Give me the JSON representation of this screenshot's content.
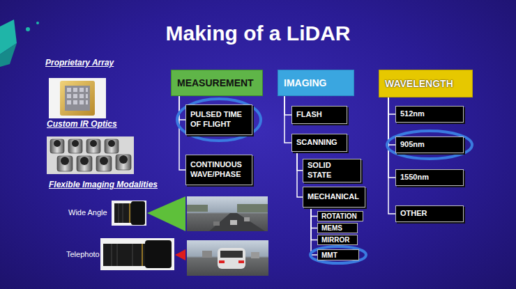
{
  "diagram": {
    "title": "Making of a LiDAR",
    "nodes": [
      {
        "text": [
          "MEASUREMENT"
        ]
      },
      {
        "text": [
          "PULSED TIME OF FLIGHT"
        ]
      },
      {
        "text": [
          "CONTINUOUS WAVE/PHASE"
        ]
      },
      {
        "text": [
          "IMAGING"
        ]
      },
      {
        "text": [
          "FLASH"
        ]
      },
      {
        "text": [
          "SCANNING"
        ]
      },
      {
        "text": [
          "SOLID STATE"
        ]
      },
      {
        "text": [
          "MECHANICAL"
        ]
      },
      {
        "text": [
          "ROTATION"
        ]
      },
      {
        "text": [
          "MEMS"
        ]
      },
      {
        "text": [
          "MIRROR"
        ]
      },
      {
        "text": [
          "MMT"
        ]
      },
      {
        "text": [
          "WAVELENGTH"
        ]
      },
      {
        "text": [
          "512nm"
        ]
      },
      {
        "text": [
          "905nm"
        ]
      },
      {
        "text": [
          "1550nm"
        ]
      },
      {
        "text": [
          "OTHER"
        ]
      }
    ],
    "edges": [
      {
        "from": 0,
        "to": 1,
        "arrow": "none"
      },
      {
        "from": 0,
        "to": 2,
        "arrow": "none"
      },
      {
        "from": 3,
        "to": 4,
        "arrow": "none"
      },
      {
        "from": 3,
        "to": 5,
        "arrow": "none"
      },
      {
        "from": 5,
        "to": 6,
        "arrow": "none"
      },
      {
        "from": 5,
        "to": 7,
        "arrow": "none"
      },
      {
        "from": 7,
        "to": 8,
        "arrow": "none"
      },
      {
        "from": 7,
        "to": 9,
        "arrow": "none"
      },
      {
        "from": 7,
        "to": 10,
        "arrow": "none"
      },
      {
        "from": 7,
        "to": 11,
        "arrow": "none"
      },
      {
        "from": 12,
        "to": 13,
        "arrow": "none"
      },
      {
        "from": 12,
        "to": 14,
        "arrow": "none"
      },
      {
        "from": 12,
        "to": 15,
        "arrow": "none"
      },
      {
        "from": 12,
        "to": 16,
        "arrow": "none"
      }
    ],
    "labels": [
      "Proprietary Array",
      "Custom IR Optics",
      "Flexible Imaging Modalities",
      "Wide Angle",
      "Telephoto"
    ]
  }
}
